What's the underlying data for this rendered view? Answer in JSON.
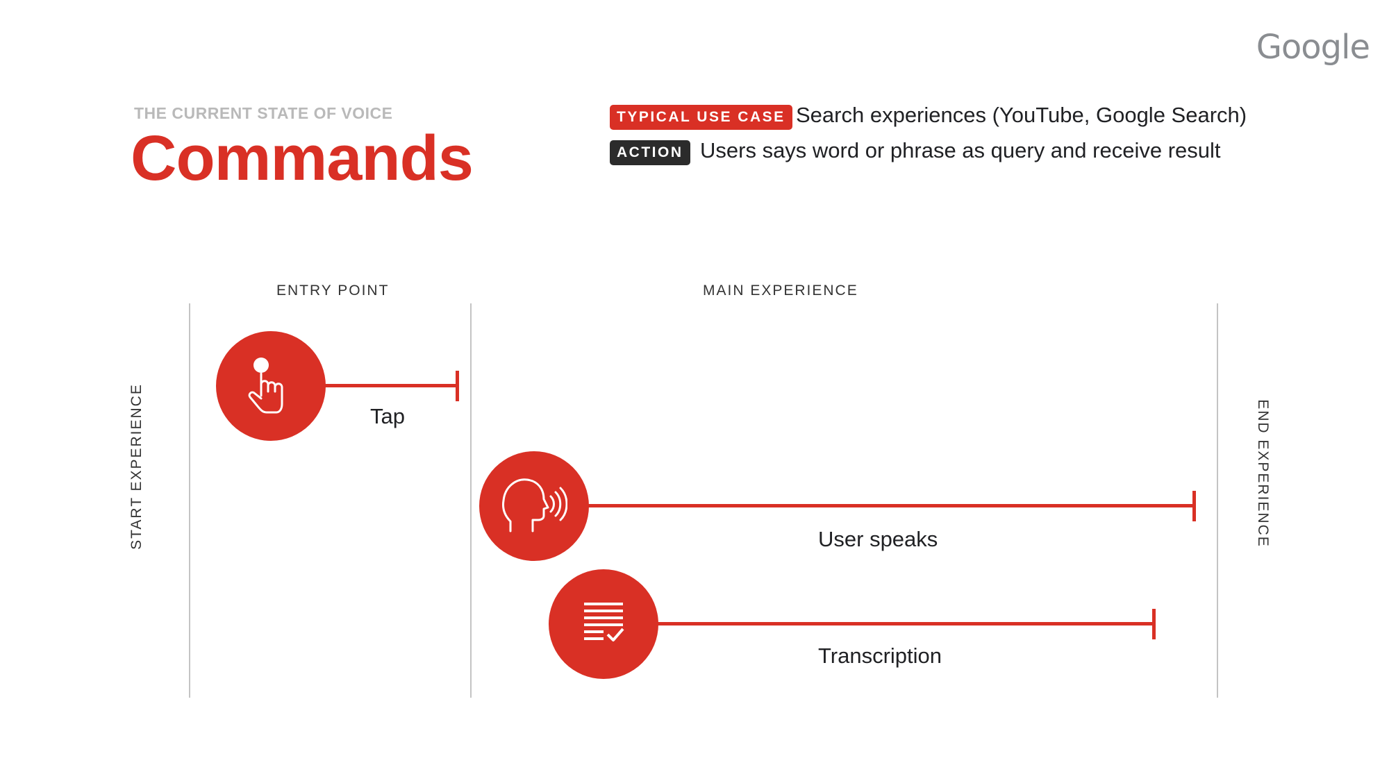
{
  "brand": {
    "logo_text": "Google"
  },
  "header": {
    "eyebrow": "THE CURRENT STATE OF VOICE",
    "title": "Commands"
  },
  "info": {
    "use_case_tag": "TYPICAL USE CASE",
    "use_case_text": "Search experiences (YouTube, Google Search)",
    "action_tag": "ACTION",
    "action_text": "Users says word or phrase as query and receive result"
  },
  "diagram": {
    "columns": {
      "entry_point": "ENTRY POINT",
      "main_experience": "MAIN EXPERIENCE"
    },
    "start_label": "START EXPERIENCE",
    "end_label": "END EXPERIENCE",
    "steps": [
      {
        "label": "Tap",
        "icon": "tap-icon"
      },
      {
        "label": "User speaks",
        "icon": "speaking-head-icon"
      },
      {
        "label": "Transcription",
        "icon": "transcript-icon"
      }
    ]
  },
  "colors": {
    "accent": "#d93025",
    "dark_tag": "#2b2b2b",
    "muted": "#b9b9b9",
    "divider": "#c4c4c4"
  }
}
